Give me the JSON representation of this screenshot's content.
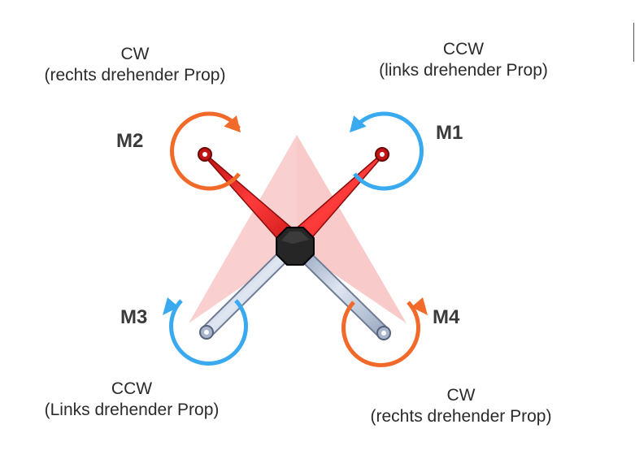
{
  "motors": {
    "m1": {
      "label": "M1",
      "direction": "CCW",
      "description": "(links drehender Prop)",
      "arrow_color": "#3aaaf0",
      "arm_color": "#e31e1e"
    },
    "m2": {
      "label": "M2",
      "direction": "CW",
      "description": "(rechts drehender Prop)",
      "arrow_color": "#f26a2a",
      "arm_color": "#e31e1e"
    },
    "m3": {
      "label": "M3",
      "direction": "CCW",
      "description": "(Links drehender Prop)",
      "arrow_color": "#3aaaf0",
      "arm_color": "#b8c6dc"
    },
    "m4": {
      "label": "M4",
      "direction": "CW",
      "description": "(rechts drehender Prop)",
      "arrow_color": "#f26a2a",
      "arm_color": "#b8c6dc"
    }
  },
  "colors": {
    "front_indicator": "#f4a8a8",
    "body": "#222222"
  }
}
